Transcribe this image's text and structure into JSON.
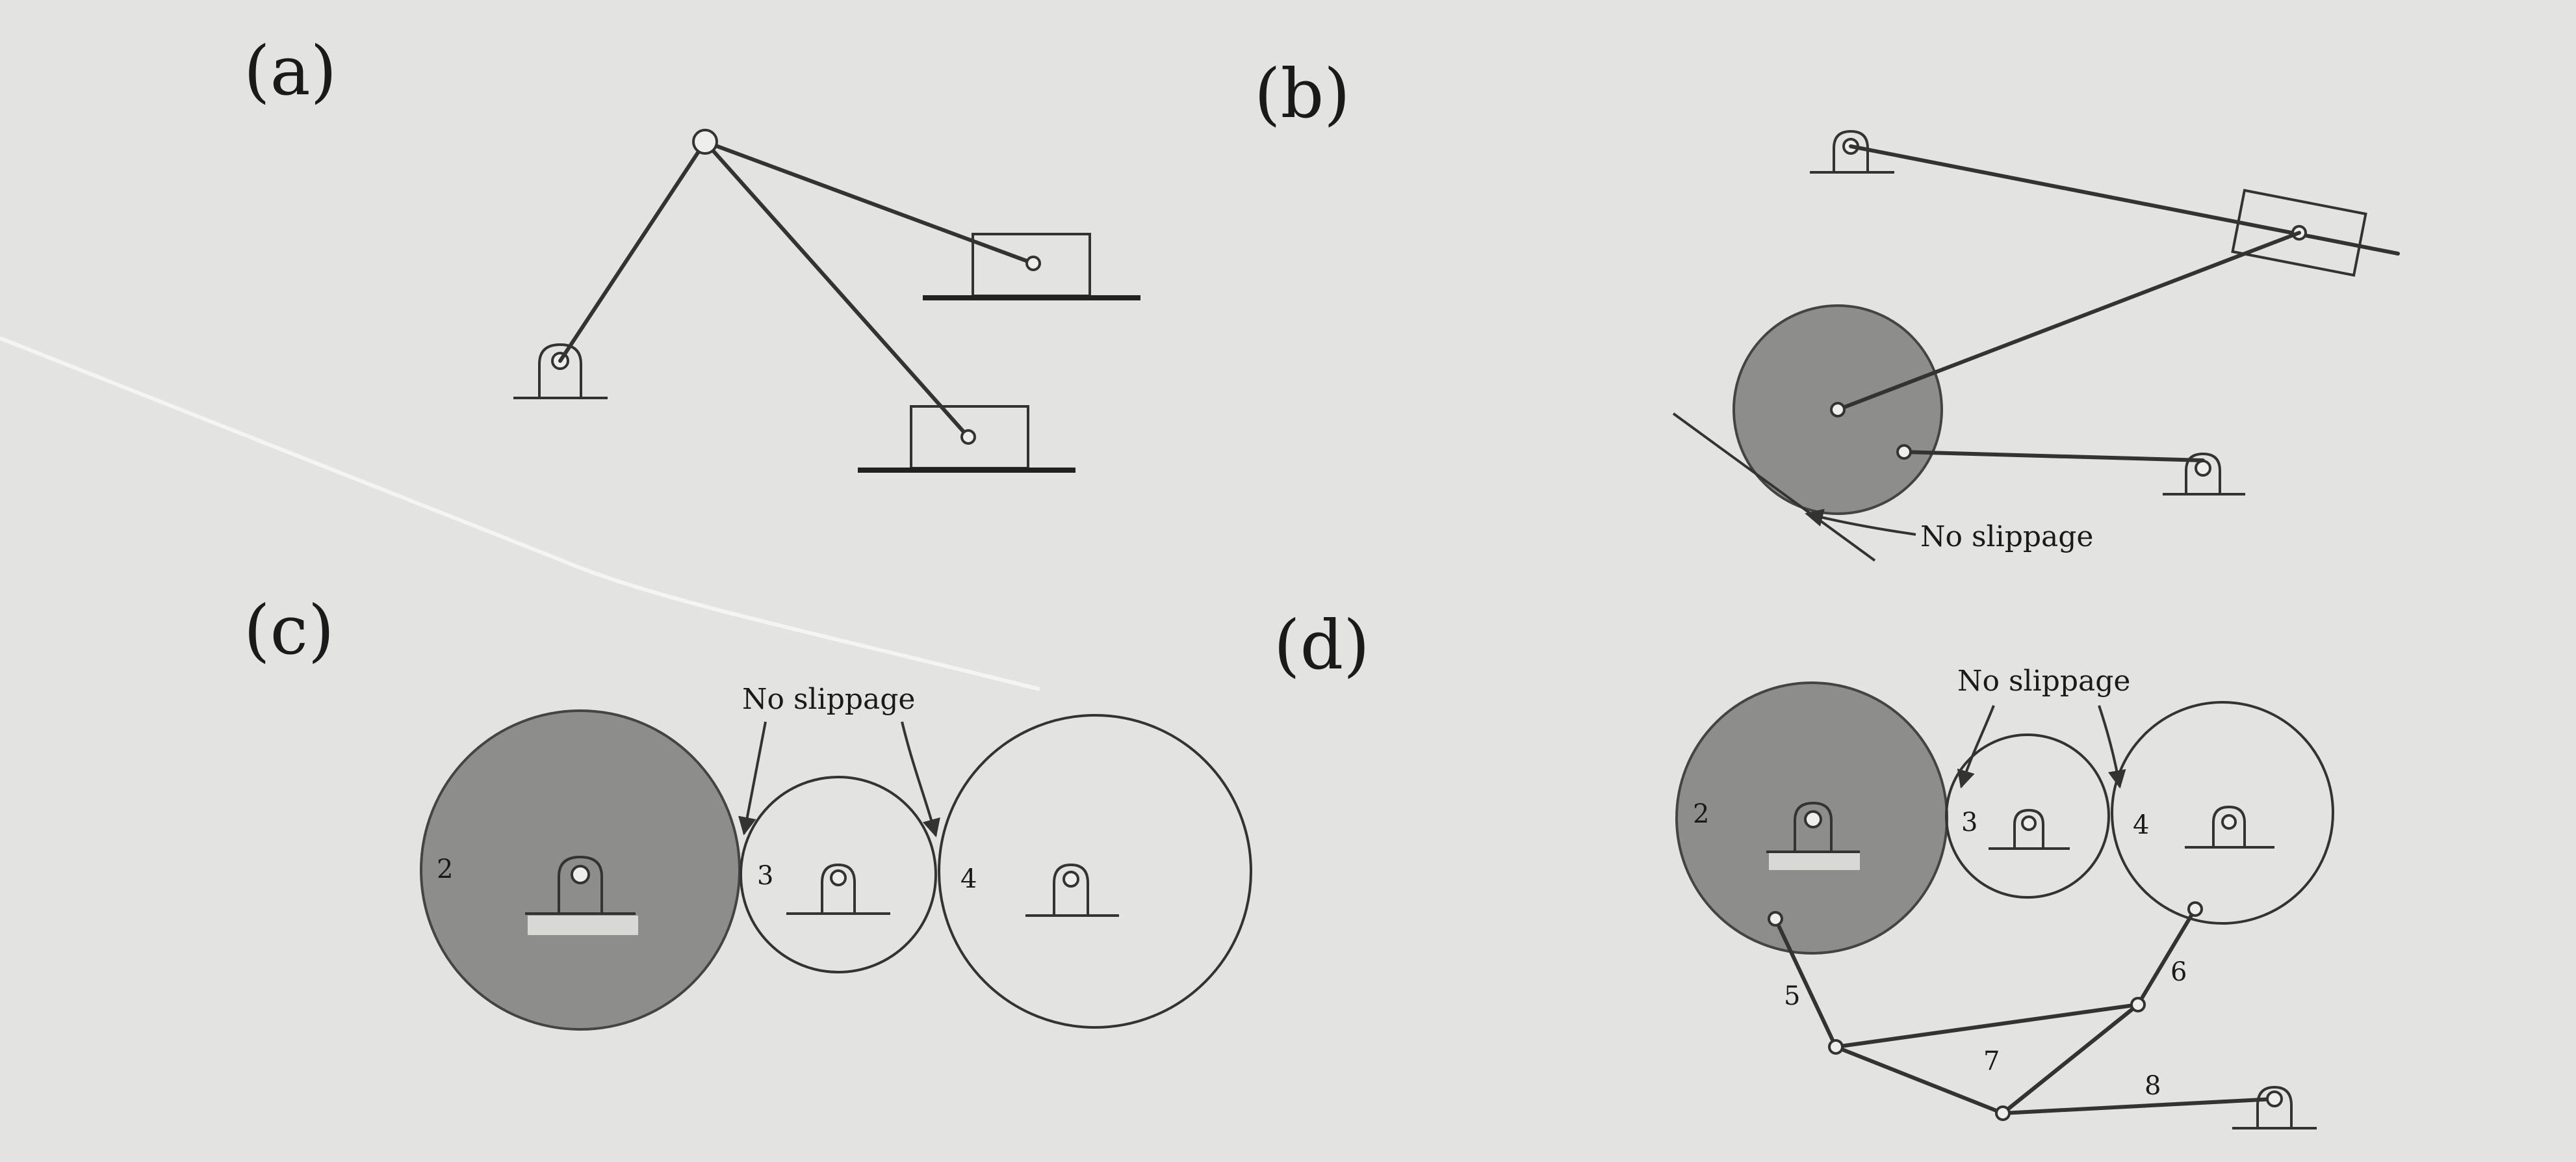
{
  "panels": {
    "a": {
      "label": "(a)"
    },
    "b": {
      "label": "(b)",
      "note": "No slippage"
    },
    "c": {
      "label": "(c)",
      "note": "No slippage",
      "gears": [
        "2",
        "3",
        "4"
      ]
    },
    "d": {
      "label": "(d)",
      "note": "No slippage",
      "gears": [
        "2",
        "3",
        "4"
      ],
      "links": [
        "5",
        "6",
        "7",
        "8"
      ]
    }
  },
  "colors": {
    "paper": "#e3e3e1",
    "ink": "#333333",
    "gear_fill": "#8d8d8b"
  }
}
